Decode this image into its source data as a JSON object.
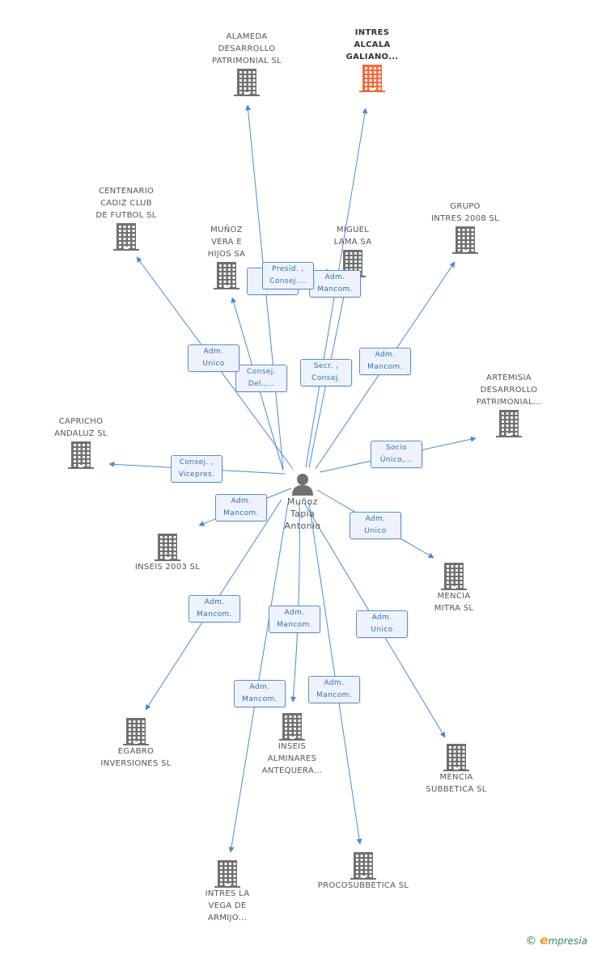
{
  "colors": {
    "edge": "#4a89dc",
    "building": "#707070",
    "building_highlight": "#f26b3a"
  },
  "center": {
    "name": "Muñoz\nTapia\nAntonio",
    "icon": "person-icon"
  },
  "companies": [
    {
      "id": "alameda",
      "name": "ALAMEDA\nDESARROLLO\nPATRIMONIAL SL",
      "highlight": false
    },
    {
      "id": "intres_alcala",
      "name": "INTRES\nALCALA\nGALIANO...",
      "highlight": true
    },
    {
      "id": "centenario",
      "name": "CENTENARIO\nCADIZ CLUB\nDE FUTBOL SL",
      "highlight": false
    },
    {
      "id": "munoz_vera",
      "name": "MUÑOZ\nVERA E\nHIJOS SA",
      "highlight": false
    },
    {
      "id": "miguel_lama",
      "name": "MIGUEL\nLAMA SA",
      "highlight": false
    },
    {
      "id": "grupo_intres",
      "name": "GRUPO\nINTRES 2008 SL",
      "highlight": false
    },
    {
      "id": "artemisia",
      "name": "ARTEMISIA\nDESARROLLO\nPATRIMONIAL...",
      "highlight": false
    },
    {
      "id": "capricho",
      "name": "CAPRICHO\nANDALUZ SL",
      "highlight": false
    },
    {
      "id": "inseis2003",
      "name": "INSEIS 2003 SL",
      "highlight": false
    },
    {
      "id": "mencia_mitra",
      "name": "MENCIA\nMITRA SL",
      "highlight": false
    },
    {
      "id": "egabro",
      "name": "EGABRO\nINVERSIONES SL",
      "highlight": false
    },
    {
      "id": "inseis_alminares",
      "name": "INSEIS\nALMINARES\nANTEQUERA...",
      "highlight": false
    },
    {
      "id": "mencia_subbetica",
      "name": "MENCIA\nSUBBETICA SL",
      "highlight": false
    },
    {
      "id": "intres_vega",
      "name": "INTRES LA\nVEGA DE\nARMIJO...",
      "highlight": false
    },
    {
      "id": "procosubbetica",
      "name": "PROCOSUBBETICA SL",
      "highlight": false
    }
  ],
  "relations": [
    {
      "to": "alameda",
      "label": "Adm.\nUnico"
    },
    {
      "to": "intres_alcala",
      "label": "Adm.\nMancom."
    },
    {
      "to": "munoz_vera",
      "label": "Consej.\nDel.,..."
    },
    {
      "to": "miguel_lama",
      "label": "Presid. ,\nConsej...."
    },
    {
      "to": "centenario",
      "label": "Adm.\nUnico"
    },
    {
      "to": "miguel_lama",
      "label": "Secr. ,\nConsej."
    },
    {
      "to": "grupo_intres",
      "label": "Adm.\nMancom."
    },
    {
      "to": "artemisia",
      "label": "Socio\nÚnico,..."
    },
    {
      "to": "capricho",
      "label": "Consej. ,\nVicepres."
    },
    {
      "to": "inseis2003",
      "label": "Adm.\nMancom."
    },
    {
      "to": "mencia_mitra",
      "label": "Adm.\nUnico"
    },
    {
      "to": "egabro",
      "label": "Adm.\nMancom."
    },
    {
      "to": "inseis_alminares",
      "label": "Adm.\nMancom."
    },
    {
      "to": "mencia_subbetica",
      "label": "Adm.\nUnico"
    },
    {
      "to": "intres_vega",
      "label": "Adm.\nMancom."
    },
    {
      "to": "procosubbetica",
      "label": "Adm.\nMancom."
    }
  ],
  "footer": {
    "copyright": "©",
    "brand_initial": "e",
    "brand_rest": "mpresia"
  }
}
